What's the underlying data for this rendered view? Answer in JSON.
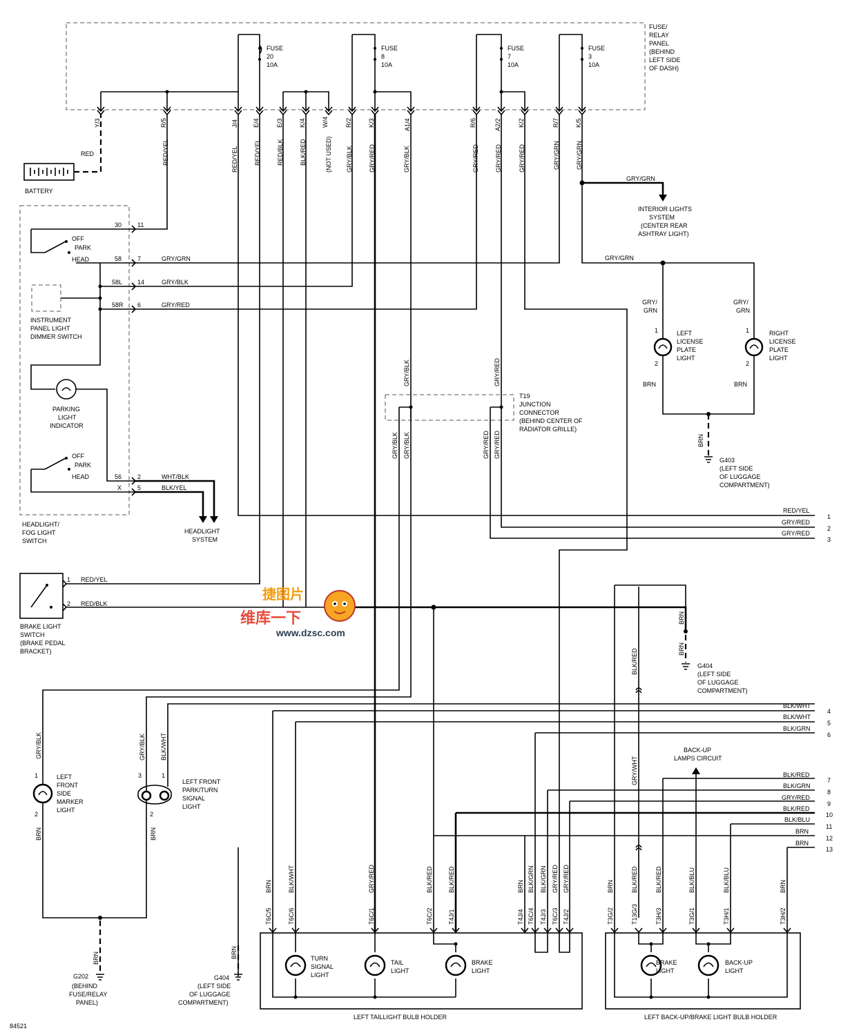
{
  "fuse_panel": {
    "label": [
      "FUSE/",
      "RELAY",
      "PANEL",
      "(BEHIND",
      "LEFT SIDE",
      "OF DASH)"
    ],
    "fuses": [
      {
        "name": "FUSE",
        "num": "20",
        "amps": "10A"
      },
      {
        "name": "FUSE",
        "num": "8",
        "amps": "10A"
      },
      {
        "name": "FUSE",
        "num": "7",
        "amps": "10A"
      },
      {
        "name": "FUSE",
        "num": "3",
        "amps": "10A"
      }
    ],
    "terminals": [
      "Y/3",
      "R/5",
      "J/4",
      "E/4",
      "E/3",
      "K/4",
      "W/4",
      "R/2",
      "K/3",
      "A1/4",
      "R/6",
      "A2/2",
      "K/2",
      "R/7",
      "K/5"
    ],
    "wires": [
      "RED/YEL",
      "RED/YEL",
      "RED/BLK",
      "BLK/RED",
      "(NOT USED)",
      "GRY/BLK",
      "GRY/RED",
      "GRY/BLK",
      "GRY/RED",
      "GRY/RED",
      "GRY/RED",
      "GRY/GRN",
      "GRY/GRN"
    ],
    "red": "RED",
    "red_yel": "RED/YEL"
  },
  "battery": {
    "label": "BATTERY"
  },
  "interior": {
    "wire": "GRY/GRN",
    "label": [
      "INTERIOR LIGHTS",
      "SYSTEM",
      "(CENTER REAR",
      "ASHTRAY LIGHT)"
    ]
  },
  "headlight_switch": {
    "pins": [
      "30",
      "58",
      "58L",
      "58R",
      "56",
      "X"
    ],
    "nums": [
      "11",
      "7",
      "14",
      "6",
      "2",
      "5"
    ],
    "wires": [
      "GRY/GRN",
      "GRY/BLK",
      "GRY/RED",
      "WHT/BLK",
      "BLK/YEL"
    ],
    "pos": [
      "OFF",
      "PARK",
      "HEAD"
    ],
    "dimmer": [
      "INSTRUMENT",
      "PANEL LIGHT",
      "DIMMER SWITCH"
    ],
    "indicator": [
      "PARKING",
      "LIGHT",
      "INDICATOR"
    ],
    "label": [
      "HEADLIGHT/",
      "FOG LIGHT",
      "SWITCH"
    ],
    "headlight_system": [
      "HEADLIGHT",
      "SYSTEM"
    ]
  },
  "license": {
    "wire": "GRY/GRN",
    "left": [
      "LEFT",
      "LICENSE",
      "PLATE",
      "LIGHT"
    ],
    "right": [
      "RIGHT",
      "LICENSE",
      "PLATE",
      "LIGHT"
    ],
    "pin1": "1",
    "pin2": "2",
    "gry": "GRY/",
    "grn": "GRN",
    "brn": "BRN",
    "ground": [
      "G403",
      "(LEFT SIDE",
      "OF LUGGAGE",
      "COMPARTMENT)"
    ]
  },
  "junction": {
    "label": [
      "T19",
      "JUNCTION",
      "CONNECTOR",
      "(BEHIND CENTER OF",
      "RADIATOR GRILLE)"
    ],
    "wires": [
      "GRY/BLK",
      "GRY/RED",
      "GRY/BLK",
      "GRY/BLK",
      "GRY/RED",
      "GRY/RED"
    ]
  },
  "right_feeds_top": [
    {
      "wire": "RED/YEL",
      "num": "1"
    },
    {
      "wire": "GRY/RED",
      "num": "2"
    },
    {
      "wire": "GRY/RED",
      "num": "3"
    }
  ],
  "brake_switch": {
    "pins": [
      "1",
      "2"
    ],
    "wires": [
      "RED/YEL",
      "RED/BLK"
    ],
    "label": [
      "BRAKE LIGHT",
      "SWITCH",
      "(BRAKE PEDAL",
      "BRACKET)"
    ]
  },
  "g404_top": {
    "wire": "BRN",
    "label": [
      "G404",
      "(LEFT SIDE",
      "OF LUGGAGE",
      "COMPARTMENT)"
    ]
  },
  "vertical_labels": {
    "blk_red": "BLK/RED",
    "gry_wht": "GRY/WHT"
  },
  "backup_circuit": [
    "BACK-UP",
    "LAMPS CIRCUIT"
  ],
  "right_feeds_bottom": [
    {
      "wire": "BLK/WHT",
      "num": "4"
    },
    {
      "wire": "BLK/WHT",
      "num": "5"
    },
    {
      "wire": "BLK/GRN",
      "num": "6"
    },
    {
      "wire": "BLK/RED",
      "num": "7"
    },
    {
      "wire": "BLK/GRN",
      "num": "8"
    },
    {
      "wire": "GRY/RED",
      "num": "9"
    },
    {
      "wire": "BLK/RED",
      "num": "10"
    },
    {
      "wire": "BLK/BLU",
      "num": "11"
    },
    {
      "wire": "BRN",
      "num": "12"
    },
    {
      "wire": "BRN",
      "num": "13"
    }
  ],
  "side_marker": {
    "wire": "GRY/BLK",
    "label": [
      "LEFT",
      "FRONT",
      "SIDE",
      "MARKER",
      "LIGHT"
    ],
    "brn": "BRN",
    "p1": "1",
    "p2": "2"
  },
  "park_turn": {
    "wires": [
      "GRY/BLK",
      "BLK/WHT"
    ],
    "label": [
      "LEFT FRONT",
      "PARK/TURN",
      "SIGNAL",
      "LIGHT"
    ],
    "brn": "BRN",
    "pins": [
      "3",
      "1",
      "2"
    ]
  },
  "g202": {
    "brn": "BRN",
    "label": [
      "G202",
      "(BEHIND",
      "FUSE/RELAY",
      "PANEL)"
    ]
  },
  "g404_bottom": {
    "brn": "BRN",
    "label": [
      "G404",
      "(LEFT SIDE",
      "OF LUGGAGE",
      "COMPARTMENT)"
    ]
  },
  "taillight": {
    "wires": [
      "BRN",
      "BLK/WHT",
      "GRY/RED",
      "BLK/RED",
      "BLK/RED",
      "BRN",
      "BLK/GRN",
      "BLK/GRN",
      "GRY/RED",
      "GRY/RED"
    ],
    "terms": [
      "T6C/5",
      "T6C/6",
      "T6C/1",
      "T6C/2",
      "T4J/1",
      "T4J/4",
      "T6C/4",
      "T4J/3",
      "T6C/3",
      "T4J/2"
    ],
    "turn": [
      "TURN",
      "SIGNAL",
      "LIGHT"
    ],
    "tail": [
      "TAIL",
      "LIGHT"
    ],
    "brake": [
      "BRAKE",
      "LIGHT"
    ],
    "label": "LEFT TAILLIGHT BULB HOLDER"
  },
  "backup": {
    "wires": [
      "BRN",
      "BLK/RED",
      "BLK/RED",
      "BLK/BLU",
      "BLK/BLU",
      "BRN"
    ],
    "terms": [
      "T3G/2",
      "T13G/3",
      "T3H/3",
      "T3G/1",
      "T3H/1",
      "T3H/2"
    ],
    "brake": [
      "BRAKE",
      "LIGHT"
    ],
    "backup": [
      "BACK-UP",
      "LIGHT"
    ],
    "label": "LEFT BACK-UP/BRAKE LIGHT BULB HOLDER"
  },
  "watermark": {
    "top": "捷图片",
    "bottom": "维库一下",
    "url": "www.dzsc.com"
  },
  "figure_id": "84521"
}
